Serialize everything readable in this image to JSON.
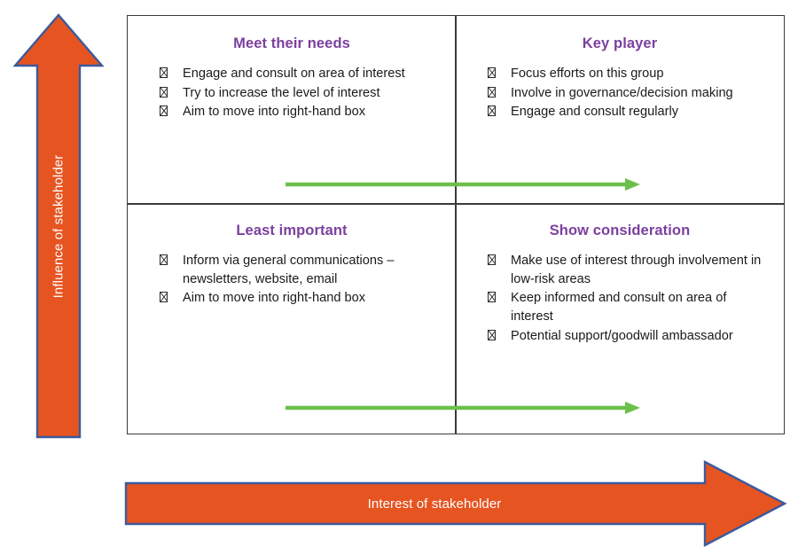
{
  "axes": {
    "vertical": {
      "label": "Influence of stakeholder",
      "icon": "up-arrow-icon",
      "fill": "#E65421",
      "stroke": "#3C5A9C",
      "text_color": "#FFFFFF",
      "direction": "up"
    },
    "horizontal": {
      "label": "Interest of stakeholder",
      "icon": "right-arrow-icon",
      "fill": "#E65421",
      "stroke": "#3C5A9C",
      "text_color": "#FFFFFF",
      "direction": "right"
    }
  },
  "theme": {
    "heading_color": "#7B3F9E",
    "border_color": "#3B3B3B",
    "green_arrow_color": "#6CC04A",
    "background": "#FFFFFF",
    "bullet_glyph": "crossed-box"
  },
  "matrix": {
    "quadrants": [
      {
        "id": "high-influence-low-interest",
        "position": "top-left",
        "title": "Meet their needs",
        "bullets": [
          "Engage and consult on area of interest",
          "Try to increase the level of interest",
          "Aim to move into right-hand box"
        ]
      },
      {
        "id": "high-influence-high-interest",
        "position": "top-right",
        "title": "Key player",
        "bullets": [
          "Focus efforts on this group",
          "Involve in governance/decision making",
          "Engage and consult regularly"
        ]
      },
      {
        "id": "low-influence-low-interest",
        "position": "bottom-left",
        "title": "Least important",
        "bullets": [
          "Inform via general communications – newsletters, website, email",
          "Aim to move into right-hand box"
        ]
      },
      {
        "id": "low-influence-high-interest",
        "position": "bottom-right",
        "title": "Show consideration",
        "bullets": [
          "Make use of interest through involvement in low-risk areas",
          "Keep informed and consult on area of interest",
          "Potential support/goodwill ambassador"
        ]
      }
    ],
    "movement_arrows": [
      {
        "id": "move-right-top",
        "direction": "right",
        "row": "top"
      },
      {
        "id": "move-right-bottom",
        "direction": "right",
        "row": "bottom"
      }
    ]
  }
}
